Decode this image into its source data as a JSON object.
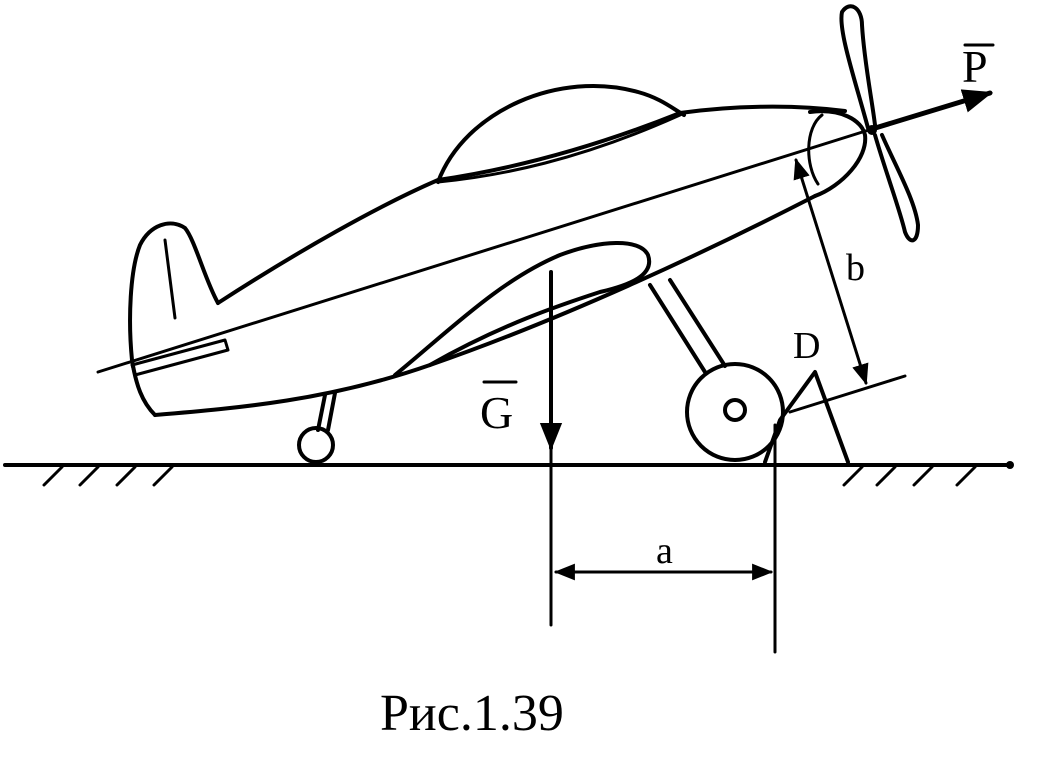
{
  "figure": {
    "labels": {
      "thrust": "P",
      "weight": "G",
      "point": "D",
      "distance_a": "a",
      "distance_b": "b"
    },
    "caption": "Рис.1.39"
  }
}
